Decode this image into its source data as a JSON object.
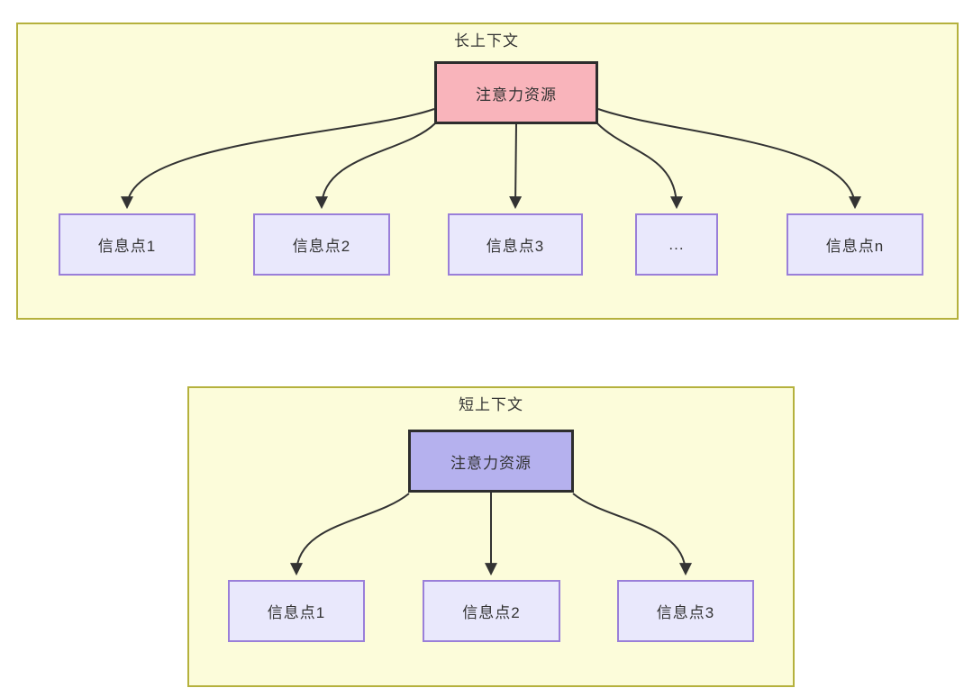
{
  "diagram": {
    "sections": [
      {
        "title": "长上下文",
        "root": {
          "label": "注意力资源"
        },
        "children": [
          {
            "label": "信息点1"
          },
          {
            "label": "信息点2"
          },
          {
            "label": "信息点3"
          },
          {
            "label": "..."
          },
          {
            "label": "信息点n"
          }
        ]
      },
      {
        "title": "短上下文",
        "root": {
          "label": "注意力资源"
        },
        "children": [
          {
            "label": "信息点1"
          },
          {
            "label": "信息点2"
          },
          {
            "label": "信息点3"
          }
        ]
      }
    ],
    "colors": {
      "container_fill": "#fcfcda",
      "container_border": "#b5b13d",
      "long_root_fill": "#f9b4bb",
      "short_root_fill": "#b5b1ee",
      "child_fill": "#e9e8fc",
      "child_border": "#9a7fd9",
      "arrow": "#333333"
    }
  }
}
